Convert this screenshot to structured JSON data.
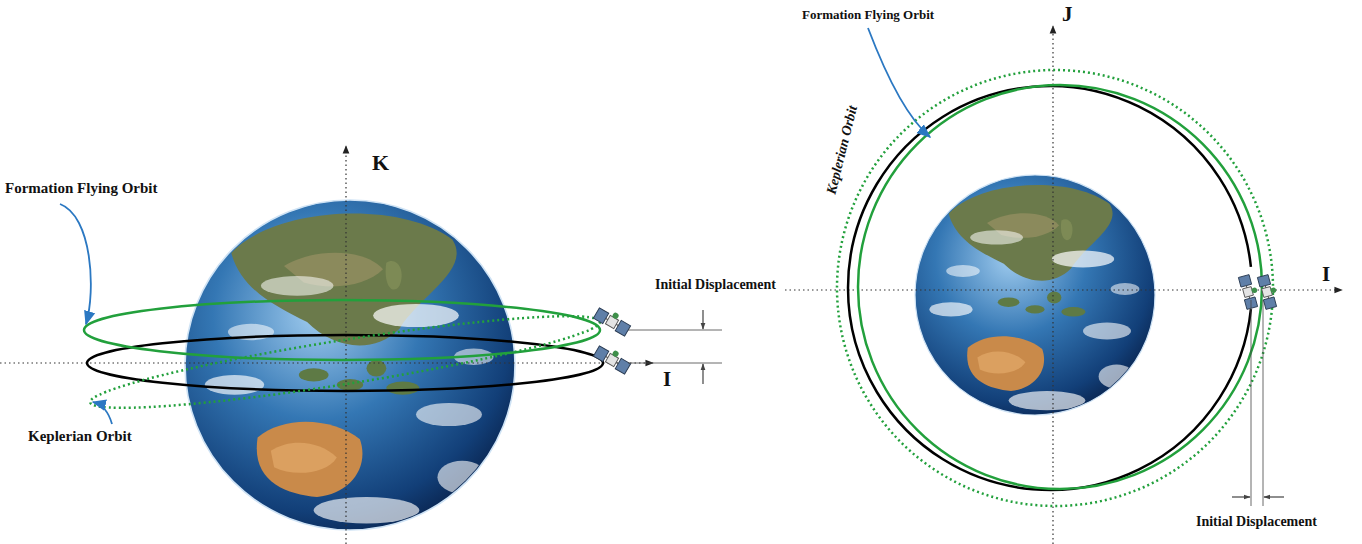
{
  "diagram": {
    "labels": [
      "Formation Flying Orbit",
      "K",
      "Initial Displacement",
      "I",
      "Keplerian Orbit",
      "J",
      "Formation Flying Orbit",
      "Keplerian Orbit",
      "I",
      "Initial Displacement"
    ]
  }
}
